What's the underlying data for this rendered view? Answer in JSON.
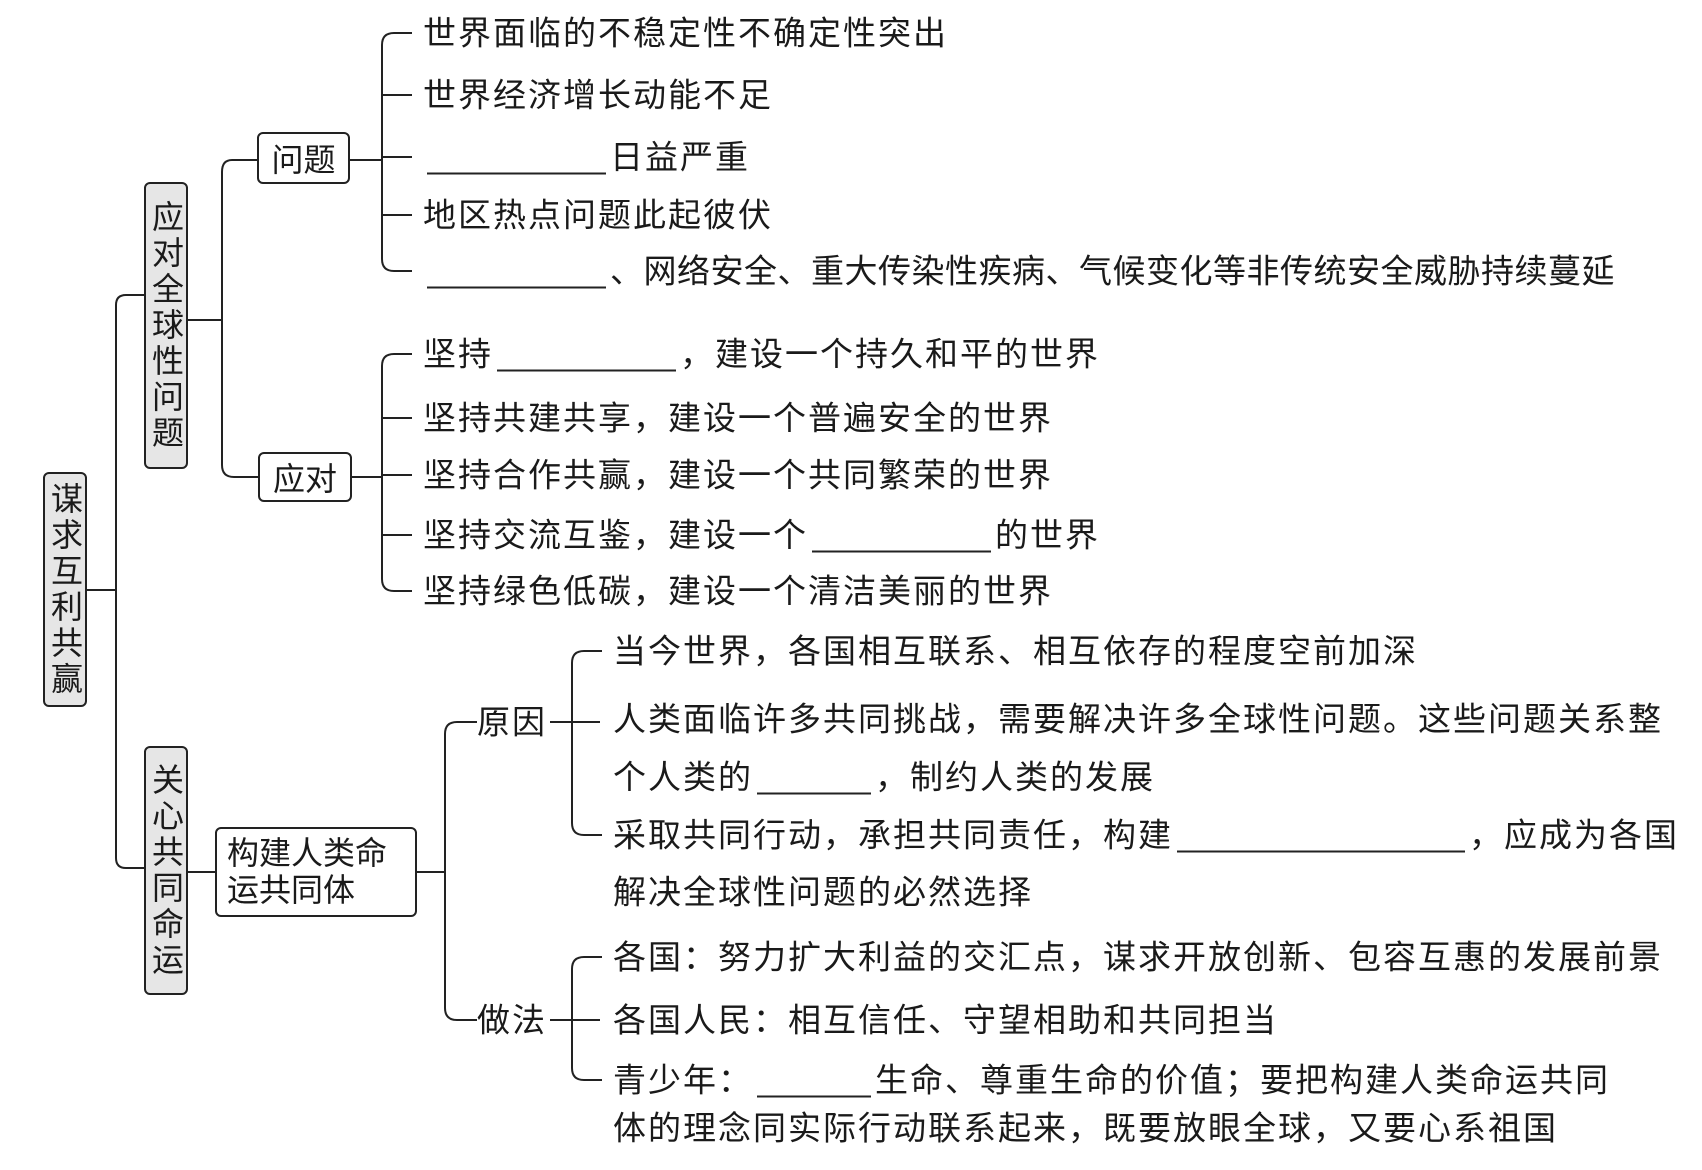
{
  "root": "谋求互利共赢",
  "branches": {
    "global_issues": {
      "label": "应对全球性问题",
      "problems": {
        "label": "问题",
        "items": [
          {
            "text": "世界面临的不稳定性不确定性突出"
          },
          {
            "text": "世界经济增长动能不足"
          },
          {
            "after": "日益严重"
          },
          {
            "text": "地区热点问题此起彼伏"
          },
          {
            "after": "、网络安全、重大传染性疾病、气候变化等非传统安全威胁持续蔓延"
          }
        ]
      },
      "responses": {
        "label": "应对",
        "items": [
          {
            "before": "坚持",
            "after": "，建设一个持久和平的世界"
          },
          {
            "text": "坚持共建共享，建设一个普遍安全的世界"
          },
          {
            "text": "坚持合作共赢，建设一个共同繁荣的世界"
          },
          {
            "before": "坚持交流互鉴，建设一个",
            "after": "的世界"
          },
          {
            "text": "坚持绿色低碳，建设一个清洁美丽的世界"
          }
        ]
      }
    },
    "common_destiny": {
      "label": "关心共同命运",
      "community": {
        "label_line1": "构建人类命",
        "label_line2": "运共同体",
        "reasons": {
          "label": "原因",
          "items": [
            {
              "text": "当今世界，各国相互联系、相互依存的程度空前加深"
            },
            {
              "line1": "人类面临许多共同挑战，需要解决许多全球性问题。这些问题关系整",
              "line2_before": "个人类的",
              "line2_after": "，制约人类的发展"
            },
            {
              "before": "采取共同行动，承担共同责任，构建",
              "after": "，应成为各国",
              "line2": "解决全球性问题的必然选择"
            }
          ]
        },
        "actions": {
          "label": "做法",
          "items": [
            {
              "text": "各国：努力扩大利益的交汇点，谋求开放创新、包容互惠的发展前景"
            },
            {
              "text": "各国人民：相互信任、守望相助和共同担当"
            },
            {
              "before": "青少年：",
              "after": "生命、尊重生命的价值；要把构建人类命运共同",
              "line2": "体的理念同实际行动联系起来，既要放眼全球，又要心系祖国"
            }
          ]
        }
      }
    }
  }
}
